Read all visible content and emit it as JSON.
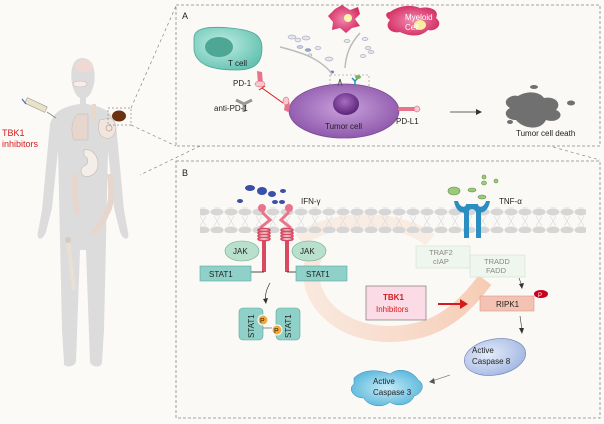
{
  "figure": {
    "left": {
      "drug_label_line1": "TBK1",
      "drug_label_line2": "inhibitors",
      "drug_color": "#d7191c"
    },
    "panel_a": {
      "label": "A",
      "t_cell": "T cell",
      "pd1": "PD-1",
      "anti_pd1": "anti-PD-1",
      "tumor_cell": "Tumor cell",
      "pd_l1": "PD-L1",
      "myeloid_line1": "Myeloid",
      "myeloid_line2": "Cell",
      "death": "Tumor cell death"
    },
    "panel_b": {
      "label": "B",
      "ifn": "IFN-γ",
      "tnf": "TNF-α",
      "jak_left": "JAK",
      "jak_right": "JAK",
      "stat1_left": "STAT1",
      "stat1_right": "STAT1",
      "dimer_left": "STAT1",
      "dimer_right": "STAT1",
      "phospho": "P",
      "traf2_line1": "TRAF2",
      "traf2_line2": "cIAP",
      "tradd_line1": "TRADD",
      "tradd_line2": "FADD",
      "tbk1_line1": "TBK1",
      "tbk1_line2": "Inhibitors",
      "ripk1": "RIPK1",
      "ripk1_phospho": "P",
      "casp8_line1": "Active",
      "casp8_line2": "Caspase 8",
      "casp3_line1": "Active",
      "casp3_line2": "Caspase 3"
    },
    "colors": {
      "inhibitor_red": "#d7191c",
      "receptor_pink": "#d94a62",
      "stat_teal": "#8fd1c8",
      "tnfr_blue": "#2a8fc0",
      "tumor_purple": "#9c6ab8"
    }
  }
}
